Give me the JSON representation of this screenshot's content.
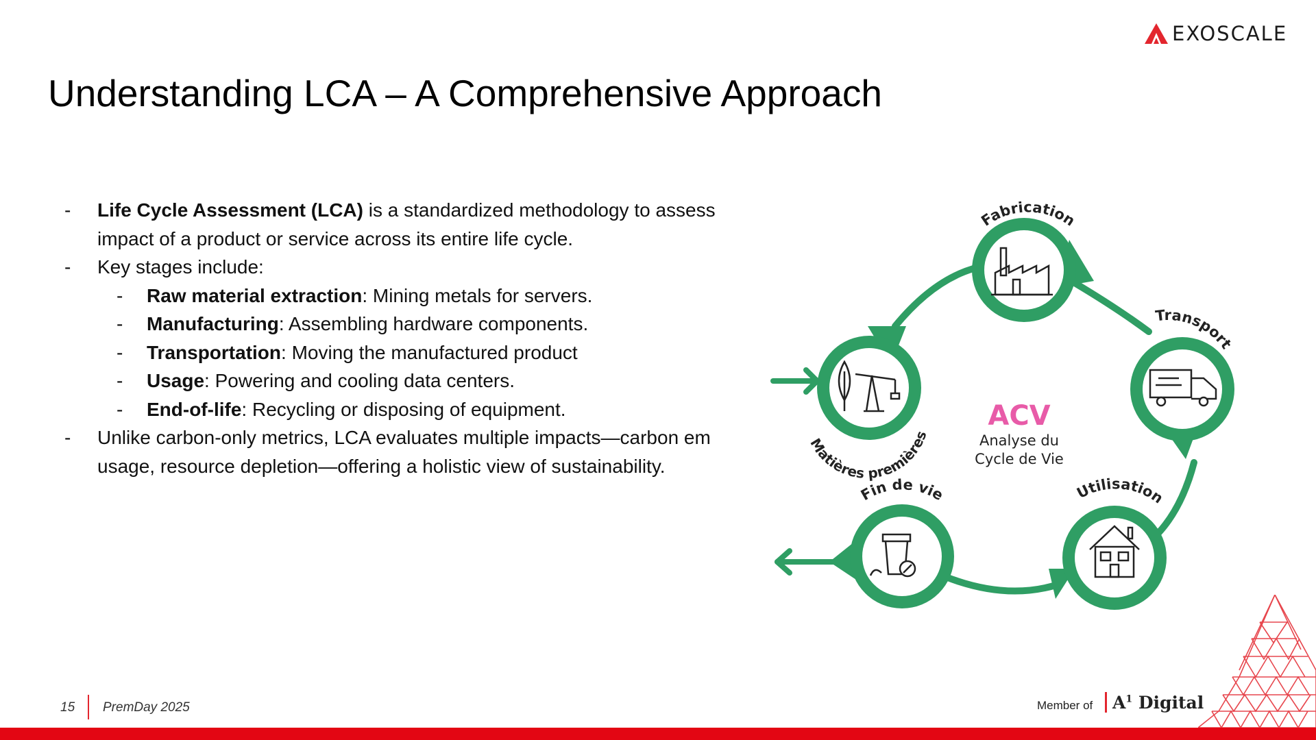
{
  "brand": {
    "name": "EXOSCALE",
    "color": "#e3262e"
  },
  "slide": {
    "title": "Understanding LCA – A Comprehensive Approach",
    "number": "15",
    "event": "PremDay 2025"
  },
  "bullets": {
    "b1_bold": "Life Cycle Assessment (LCA)",
    "b1_rest": " is a standardized methodology to assess",
    "b1_cont": "impact of a product or service across its entire life cycle.",
    "b2": "Key stages include:",
    "stages": [
      {
        "name": "Raw material extraction",
        "desc": ": Mining metals for servers."
      },
      {
        "name": "Manufacturing",
        "desc": ": Assembling hardware components."
      },
      {
        "name": "Transportation",
        "desc": ": Moving the manufactured product"
      },
      {
        "name": "Usage",
        "desc": ": Powering and cooling data centers."
      },
      {
        "name": "End-of-life",
        "desc": ": Recycling or disposing of equipment."
      }
    ],
    "b3": "Unlike carbon-only metrics, LCA evaluates multiple impacts—carbon em",
    "b3_cont": "usage, resource depletion—offering a holistic view of sustainability."
  },
  "diagram": {
    "center_title": "ACV",
    "center_line1": "Analyse du",
    "center_line2": "Cycle de Vie",
    "green": "#2f9e64",
    "pink": "#e85ba8",
    "stages": [
      "Fabrication",
      "Transport",
      "Utilisation",
      "Fin de vie",
      "Matières premières"
    ]
  },
  "footer": {
    "member_of": "Member of",
    "partner": "A",
    "partner_sup": "1",
    "partner_rest": " Digital"
  }
}
